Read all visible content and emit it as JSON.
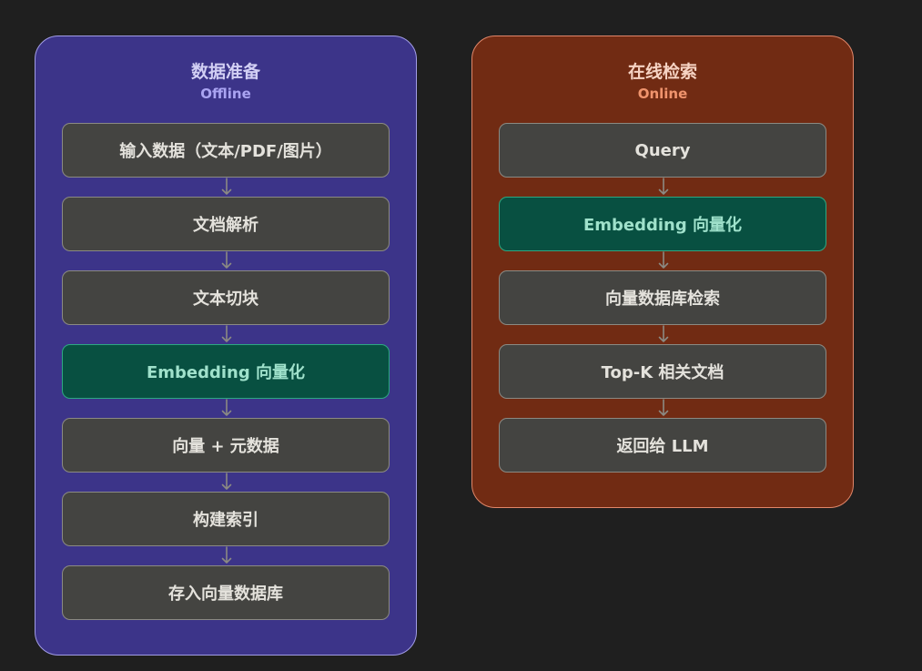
{
  "offline": {
    "title": "数据准备",
    "subtitle": "Offline",
    "steps": [
      "输入数据（文本/PDF/图片）",
      "文档解析",
      "文本切块",
      "Embedding 向量化",
      "向量 + 元数据",
      "构建索引",
      "存入向量数据库"
    ],
    "highlight_index": 3
  },
  "online": {
    "title": "在线检索",
    "subtitle": "Online",
    "steps": [
      "Query",
      "Embedding 向量化",
      "向量数据库检索",
      "Top-K 相关文档",
      "返回给 LLM"
    ],
    "highlight_index": 1
  },
  "colors": {
    "background": "#1f1f1f",
    "offline_panel": "#3c3489",
    "online_panel": "#712b13",
    "step_box": "#444441",
    "highlight_box": "#085041",
    "arrow": "#8b8a83"
  }
}
